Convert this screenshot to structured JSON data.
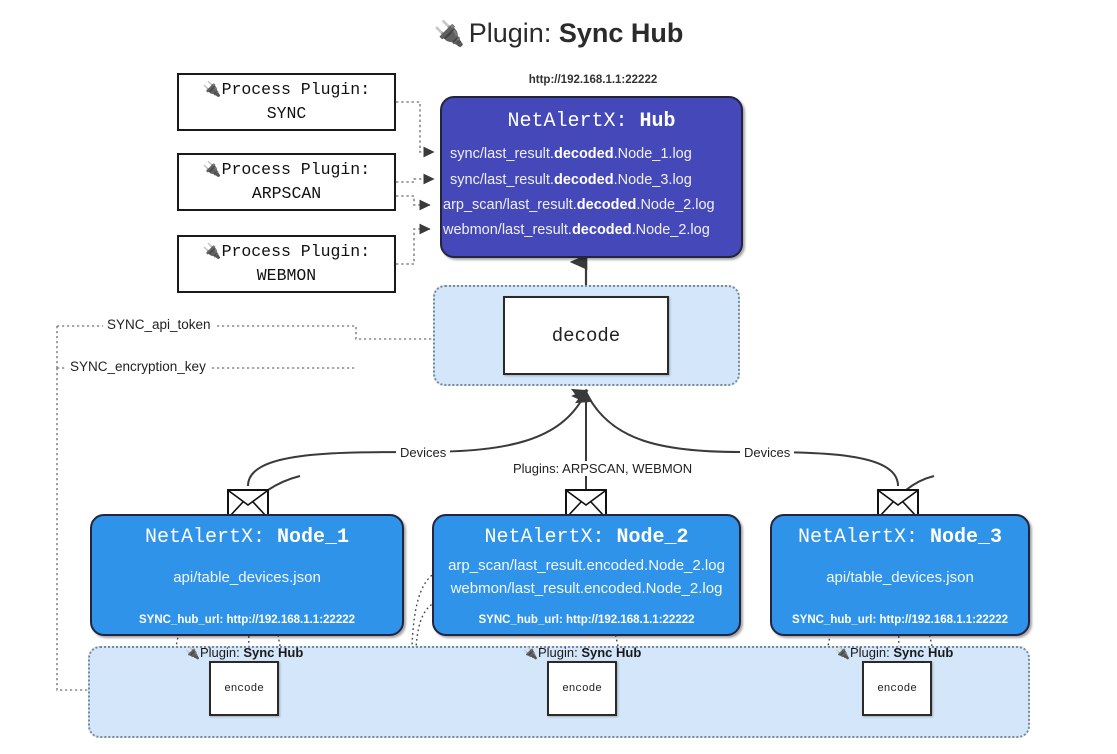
{
  "title": {
    "icon": "plug-icon",
    "prefix": "Plugin:",
    "name": "Sync Hub"
  },
  "process_plugins": [
    {
      "line1": "Process Plugin:",
      "line2": "SYNC",
      "icon": "plug-icon"
    },
    {
      "line1": "Process Plugin:",
      "line2": "ARPSCAN",
      "icon": "plug-icon"
    },
    {
      "line1": "Process Plugin:",
      "line2": "WEBMON",
      "icon": "plug-icon"
    }
  ],
  "hub": {
    "url": "http://192.168.1.1:22222",
    "app": "NetAlertX:",
    "name": "Hub",
    "logs": [
      {
        "pre": "sync/last_result.",
        "mid": "decoded",
        "post": ".Node_1.log"
      },
      {
        "pre": "sync/last_result.",
        "mid": "decoded",
        "post": ".Node_3.log"
      },
      {
        "pre": "arp_scan/last_result.",
        "mid": "decoded",
        "post": ".Node_2.log"
      },
      {
        "pre": "webmon/last_result.",
        "mid": "decoded",
        "post": ".Node_2.log"
      }
    ]
  },
  "decode": {
    "label": "decode"
  },
  "secrets": [
    {
      "label": "SYNC_api_token"
    },
    {
      "label": "SYNC_encryption_key"
    }
  ],
  "edge_labels": {
    "left_devices": "Devices",
    "center_plugins": "Plugins: ARPSCAN, WEBMON",
    "right_devices": "Devices"
  },
  "nodes": [
    {
      "app": "NetAlertX:",
      "name": "Node_1",
      "lines": [
        "api/table_devices.json"
      ],
      "hub_url_label": "SYNC_hub_url: http://192.168.1.1:22222",
      "icon": "envelope-icon"
    },
    {
      "app": "NetAlertX:",
      "name": "Node_2",
      "lines": [
        "arp_scan/last_result.encoded.Node_2.log",
        "webmon/last_result.encoded.Node_2.log"
      ],
      "hub_url_label": "SYNC_hub_url: http://192.168.1.1:22222",
      "icon": "envelope-icon"
    },
    {
      "app": "NetAlertX:",
      "name": "Node_3",
      "lines": [
        "api/table_devices.json"
      ],
      "hub_url_label": "SYNC_hub_url: http://192.168.1.1:22222",
      "icon": "envelope-icon"
    }
  ],
  "encoders": [
    {
      "plugin_prefix": "Plugin:",
      "plugin_name": "Sync Hub",
      "label": "encode",
      "icon": "plug-icon"
    },
    {
      "plugin_prefix": "Plugin:",
      "plugin_name": "Sync Hub",
      "label": "encode",
      "icon": "plug-icon"
    },
    {
      "plugin_prefix": "Plugin:",
      "plugin_name": "Sync Hub",
      "label": "encode",
      "icon": "plug-icon"
    }
  ],
  "colors": {
    "hub": "#4448b8",
    "node": "#2f93ea",
    "group": "#d4e6f9",
    "stroke": "#2a2a2a"
  }
}
